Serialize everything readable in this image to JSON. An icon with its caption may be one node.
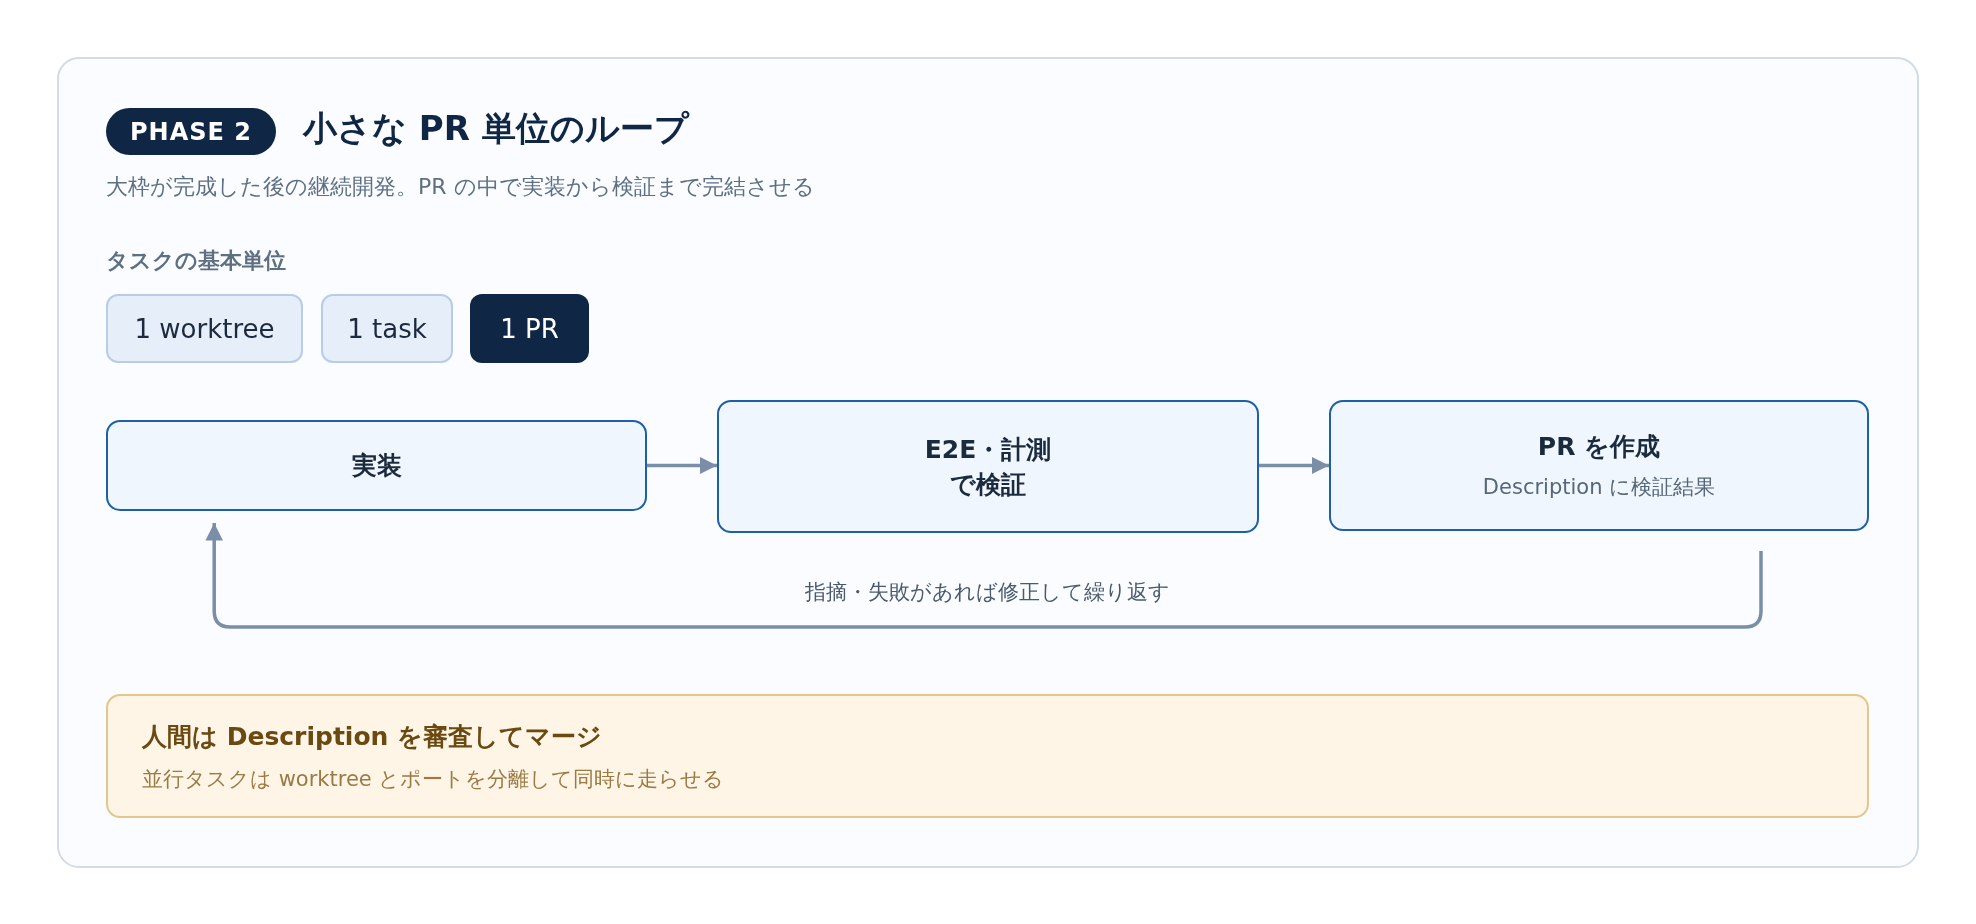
{
  "diagram": {
    "title": "小さな PR 単位のループ",
    "nodes": [
      {
        "text": [
          "1 worktree"
        ]
      },
      {
        "text": [
          "1 task"
        ]
      },
      {
        "text": [
          "1 PR"
        ]
      },
      {
        "text": [
          "実装"
        ]
      },
      {
        "text": [
          "E2E・計測で検証"
        ]
      },
      {
        "text": [
          "PR を作成",
          "Description に検証結果"
        ]
      },
      {
        "text": [
          "人間は Description を審査してマージ",
          "並行タスクは worktree とポートを分離して同時に走らせる"
        ]
      }
    ],
    "edges": [
      {
        "from": 3,
        "to": 4,
        "arrow": "to"
      },
      {
        "from": 4,
        "to": 5,
        "arrow": "to"
      },
      {
        "from": 5,
        "to": 3,
        "arrow": "to",
        "label": "指摘・失敗があれば修正して繰り返す"
      }
    ],
    "labels": [
      "PHASE 2",
      "大枠が完成した後の継続開発。PR の中で実装から検証まで完結させる",
      "タスクの基本単位"
    ]
  }
}
